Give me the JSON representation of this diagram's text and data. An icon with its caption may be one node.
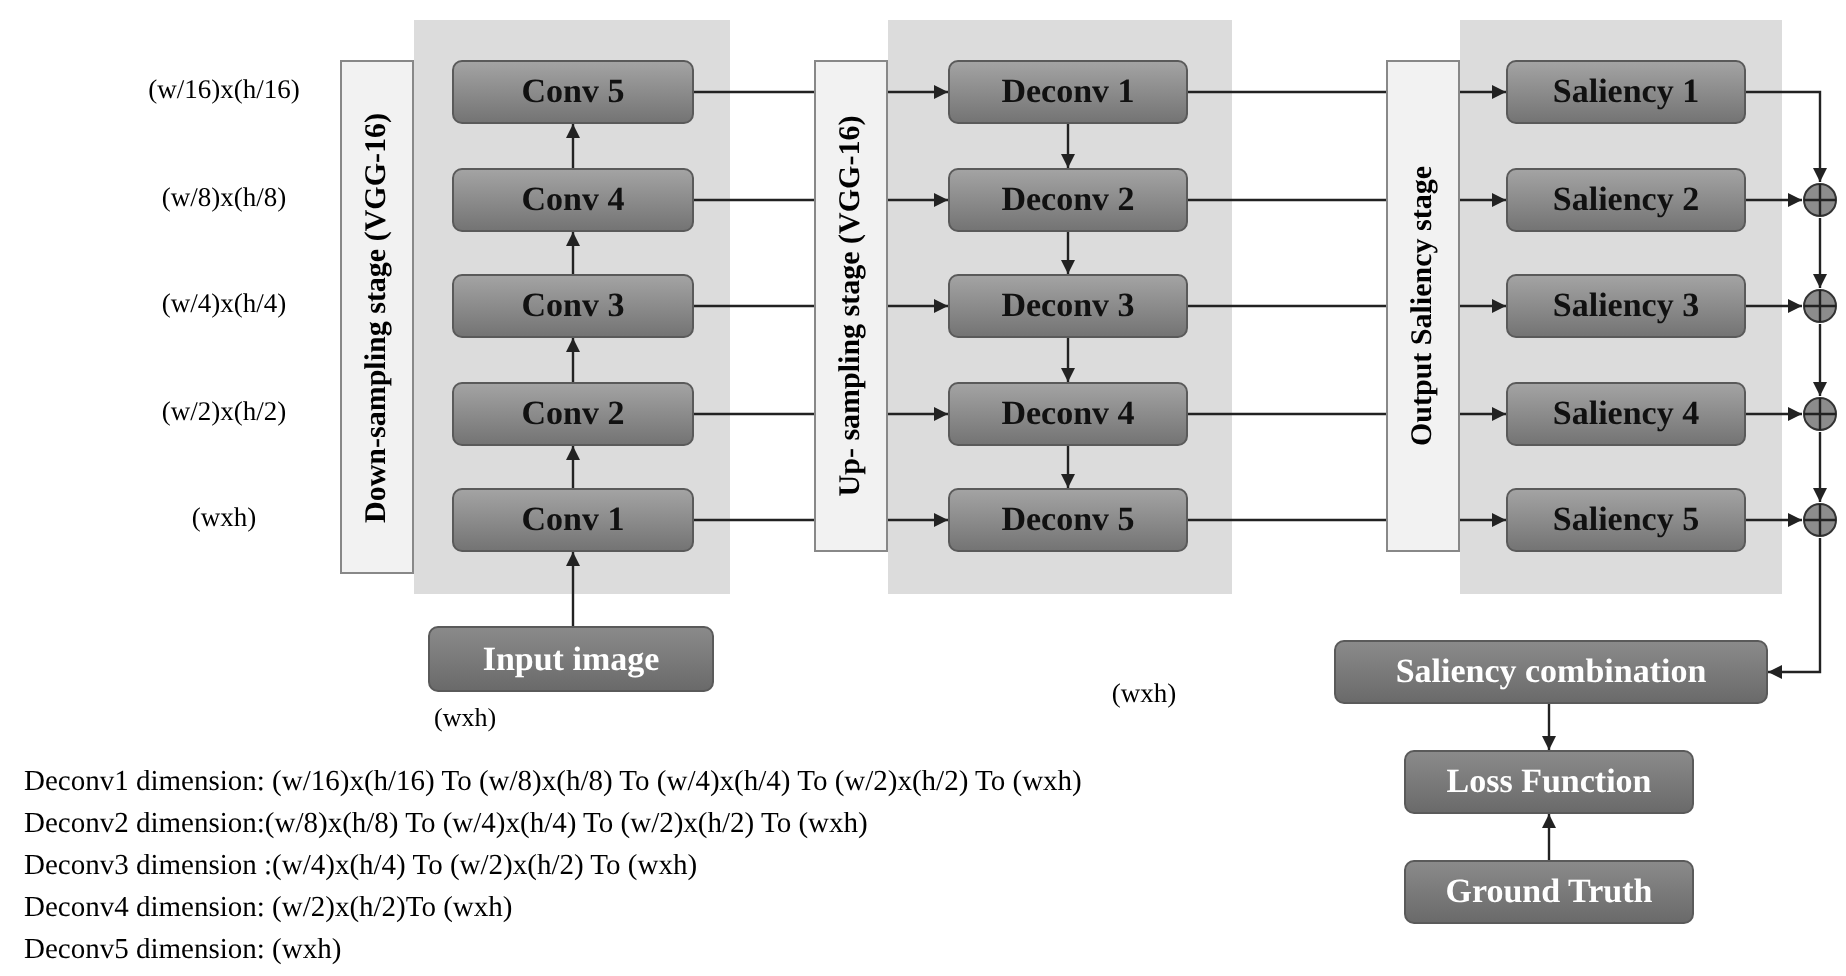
{
  "diagram": {
    "nodes": [
      {
        "text": [
          "Down-sampling stage (VGG-16)"
        ]
      },
      {
        "text": [],
        "shape": "box"
      },
      {
        "text": [
          "Conv 5"
        ],
        "in": 1
      },
      {
        "text": [
          "Conv 4"
        ],
        "in": 1
      },
      {
        "text": [
          "Conv 3"
        ],
        "in": 1
      },
      {
        "text": [
          "Conv 2"
        ],
        "in": 1
      },
      {
        "text": [
          "Conv 1"
        ],
        "in": 1
      },
      {
        "text": [
          "Up- sampling stage (VGG-16)"
        ]
      },
      {
        "text": [],
        "shape": "box"
      },
      {
        "text": [
          "Deconv 1"
        ],
        "in": 8
      },
      {
        "text": [
          "Deconv 2"
        ],
        "in": 8
      },
      {
        "text": [
          "Deconv 3"
        ],
        "in": 8
      },
      {
        "text": [
          "Deconv 4"
        ],
        "in": 8
      },
      {
        "text": [
          "Deconv 5"
        ],
        "in": 8
      },
      {
        "text": [
          "Output Saliency stage"
        ]
      },
      {
        "text": [],
        "shape": "box"
      },
      {
        "text": [
          "Saliency 1"
        ],
        "in": 15
      },
      {
        "text": [
          "Saliency 2"
        ],
        "in": 15
      },
      {
        "text": [
          "Saliency 3"
        ],
        "in": 15
      },
      {
        "text": [
          "Saliency 4"
        ],
        "in": 15
      },
      {
        "text": [
          "Saliency 5"
        ],
        "in": 15
      },
      {
        "text": [],
        "shape": "circle"
      },
      {
        "text": [],
        "shape": "circle"
      },
      {
        "text": [],
        "shape": "circle"
      },
      {
        "text": [],
        "shape": "circle"
      },
      {
        "text": [
          "Input image"
        ],
        "beside": [
          "(wxh)"
        ]
      },
      {
        "text": [
          "Saliency combination"
        ]
      },
      {
        "text": [
          "Loss Function"
        ]
      },
      {
        "text": [
          "Ground Truth"
        ]
      }
    ],
    "edges": [
      {
        "from": 25,
        "to": 6,
        "arrow": "to"
      },
      {
        "from": 6,
        "to": 5,
        "arrow": "to"
      },
      {
        "from": 5,
        "to": 4,
        "arrow": "to"
      },
      {
        "from": 4,
        "to": 3,
        "arrow": "to"
      },
      {
        "from": 3,
        "to": 2,
        "arrow": "to"
      },
      {
        "from": 2,
        "to": 7,
        "arrow": "none"
      },
      {
        "from": 3,
        "to": 7,
        "arrow": "none"
      },
      {
        "from": 4,
        "to": 7,
        "arrow": "none"
      },
      {
        "from": 5,
        "to": 7,
        "arrow": "none"
      },
      {
        "from": 6,
        "to": 7,
        "arrow": "none"
      },
      {
        "from": 7,
        "to": 9,
        "arrow": "to"
      },
      {
        "from": 7,
        "to": 10,
        "arrow": "to"
      },
      {
        "from": 7,
        "to": 11,
        "arrow": "to"
      },
      {
        "from": 7,
        "to": 12,
        "arrow": "to"
      },
      {
        "from": 7,
        "to": 13,
        "arrow": "to"
      },
      {
        "from": 9,
        "to": 10,
        "arrow": "to"
      },
      {
        "from": 10,
        "to": 11,
        "arrow": "to"
      },
      {
        "from": 11,
        "to": 12,
        "arrow": "to"
      },
      {
        "from": 12,
        "to": 13,
        "arrow": "to"
      },
      {
        "from": 9,
        "to": 14,
        "arrow": "none"
      },
      {
        "from": 10,
        "to": 14,
        "arrow": "none"
      },
      {
        "from": 11,
        "to": 14,
        "arrow": "none"
      },
      {
        "from": 12,
        "to": 14,
        "arrow": "none"
      },
      {
        "from": 13,
        "to": 14,
        "arrow": "none"
      },
      {
        "from": 14,
        "to": 16,
        "arrow": "to"
      },
      {
        "from": 14,
        "to": 17,
        "arrow": "to"
      },
      {
        "from": 14,
        "to": 18,
        "arrow": "to"
      },
      {
        "from": 14,
        "to": 19,
        "arrow": "to"
      },
      {
        "from": 14,
        "to": 20,
        "arrow": "to"
      },
      {
        "from": 16,
        "to": 21,
        "arrow": "to"
      },
      {
        "from": 17,
        "to": 21,
        "arrow": "to"
      },
      {
        "from": 21,
        "to": 22,
        "arrow": "to"
      },
      {
        "from": 18,
        "to": 22,
        "arrow": "to"
      },
      {
        "from": 22,
        "to": 23,
        "arrow": "to"
      },
      {
        "from": 19,
        "to": 23,
        "arrow": "to"
      },
      {
        "from": 23,
        "to": 24,
        "arrow": "to"
      },
      {
        "from": 20,
        "to": 24,
        "arrow": "to"
      },
      {
        "from": 24,
        "to": 26,
        "arrow": "to"
      },
      {
        "from": 26,
        "to": 27,
        "arrow": "to"
      },
      {
        "from": 28,
        "to": 27,
        "arrow": "to"
      }
    ],
    "labels": [
      "(w/16)x(h/16)",
      "(w/8)x(h/8)",
      "(w/4)x(h/4)",
      "(w/2)x(h/2)",
      "(wxh)",
      "(wxh)",
      "Deconv1 dimension: (w/16)x(h/16) To (w/8)x(h/8) To (w/4)x(h/4) To (w/2)x(h/2) To (wxh)",
      "Deconv2 dimension:(w/8)x(h/8) To (w/4)x(h/4) To (w/2)x(h/2) To (wxh)",
      "Deconv3 dimension :(w/4)x(h/4) To (w/2)x(h/2) To (wxh)",
      "Deconv4 dimension: (w/2)x(h/2)To (wxh)",
      "Deconv5 dimension: (wxh)"
    ]
  }
}
